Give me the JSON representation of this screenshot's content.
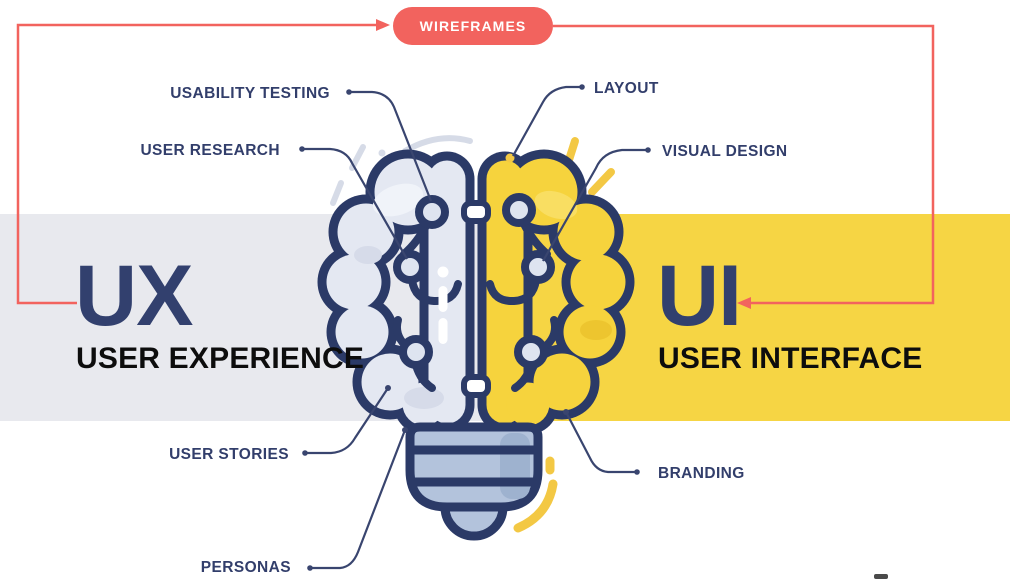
{
  "badge": {
    "label": "WIREFRAMES"
  },
  "ux_section": {
    "acronym": "UX",
    "title": "USER EXPERIENCE",
    "topics": [
      "USABILITY TESTING",
      "USER RESEARCH",
      "USER STORIES",
      "PERSONAS"
    ]
  },
  "ui_section": {
    "acronym": "UI",
    "title": "USER INTERFACE",
    "topics": [
      "LAYOUT",
      "VISUAL DESIGN",
      "BRANDING"
    ]
  },
  "icons": {
    "center_illustration": "brain-lightbulb-icon"
  },
  "colors": {
    "coral": "#F2635E",
    "yellow_band": "#F6D544",
    "brain_yellow": "#F6D33D",
    "brain_gray": "#E4E8F2",
    "navy_outline": "#2B3A67",
    "label_navy": "#323E6B",
    "gray_band": "#E8E9EE",
    "bulb_base": "#B3C3DC",
    "spark_yellow": "#F3C844",
    "spark_gray": "#D6DBE7"
  }
}
